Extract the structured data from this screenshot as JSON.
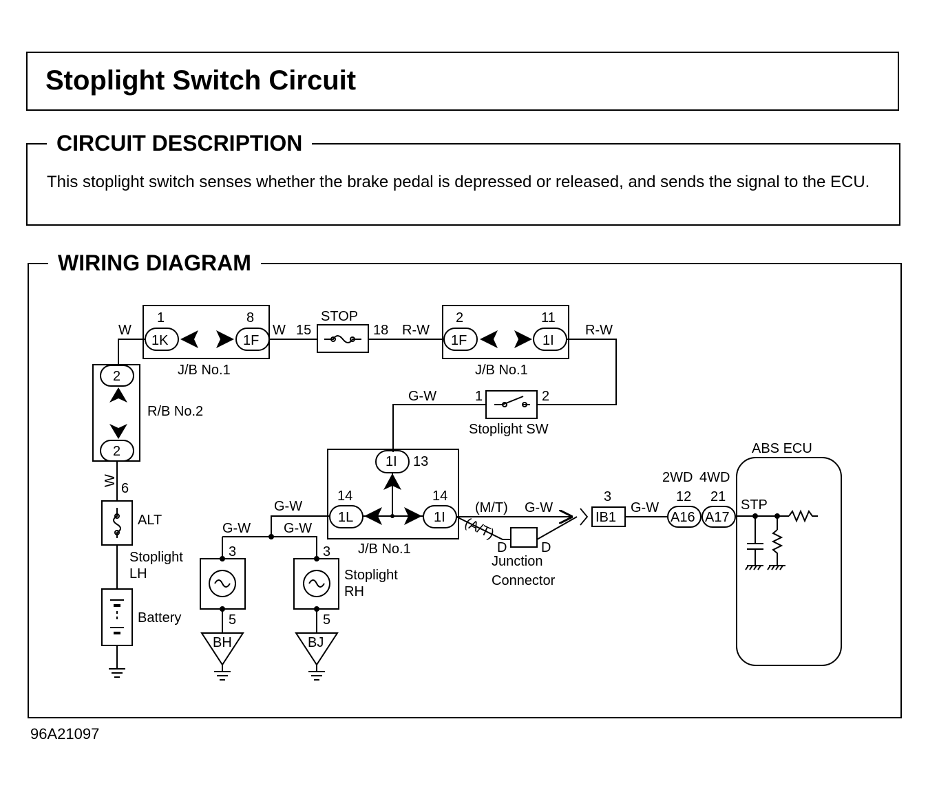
{
  "title": "Stoplight Switch Circuit",
  "circuit_description": {
    "heading": "CIRCUIT DESCRIPTION",
    "text": "This stoplight switch senses whether the brake pedal is depressed or released, and sends the signal to the ECU."
  },
  "wiring_diagram": {
    "heading": "WIRING DIAGRAM",
    "jb1_top_left": {
      "label": "J/B No.1",
      "pin_left_num": "1",
      "pin_left": "1K",
      "pin_right_num": "8",
      "pin_right": "1F"
    },
    "jb1_top_right": {
      "label": "J/B No.1",
      "pin_left_num": "2",
      "pin_left": "1F",
      "pin_right_num": "11",
      "pin_right": "1I"
    },
    "rb2": {
      "label": "R/B No.2",
      "pin_top": "2",
      "pin_bottom": "2"
    },
    "stop_fuse": {
      "label": "STOP",
      "pin_left": "15",
      "pin_right": "18"
    },
    "alt_fuse": {
      "label": "ALT",
      "pin": "6"
    },
    "battery": {
      "label": "Battery"
    },
    "stoplight_sw": {
      "label": "Stoplight SW",
      "pin_left": "1",
      "pin_right": "2"
    },
    "jb1_center": {
      "label": "J/B No.1",
      "pin_top": "1I",
      "pin_top_num": "13",
      "pin_left": "1L",
      "pin_left_num": "14",
      "pin_right": "1I",
      "pin_right_num": "14"
    },
    "stoplight_lh": {
      "label_line1": "Stoplight",
      "label_line2": "LH",
      "pin_top": "3",
      "pin_bottom": "5",
      "ground": "BH"
    },
    "stoplight_rh": {
      "label_line1": "Stoplight",
      "label_line2": "RH",
      "pin_top": "3",
      "pin_bottom": "5",
      "ground": "BJ"
    },
    "junction_connector": {
      "label_line1": "Junction",
      "label_line2": "Connector",
      "pin_left": "D",
      "pin_right": "D"
    },
    "mt_label": "(M/T)",
    "at_label": "(A/T)",
    "ib1": {
      "label": "IB1",
      "pin": "3"
    },
    "abs_ecu": {
      "label": "ABS ECU",
      "stp": "STP",
      "wd2": "2WD",
      "wd4": "4WD",
      "a16": "A16",
      "a16_num": "12",
      "a17": "A17",
      "a17_num": "21"
    },
    "wires": {
      "w": "W",
      "rw": "R-W",
      "gw": "G-W"
    }
  },
  "figure_code": "96A21097"
}
